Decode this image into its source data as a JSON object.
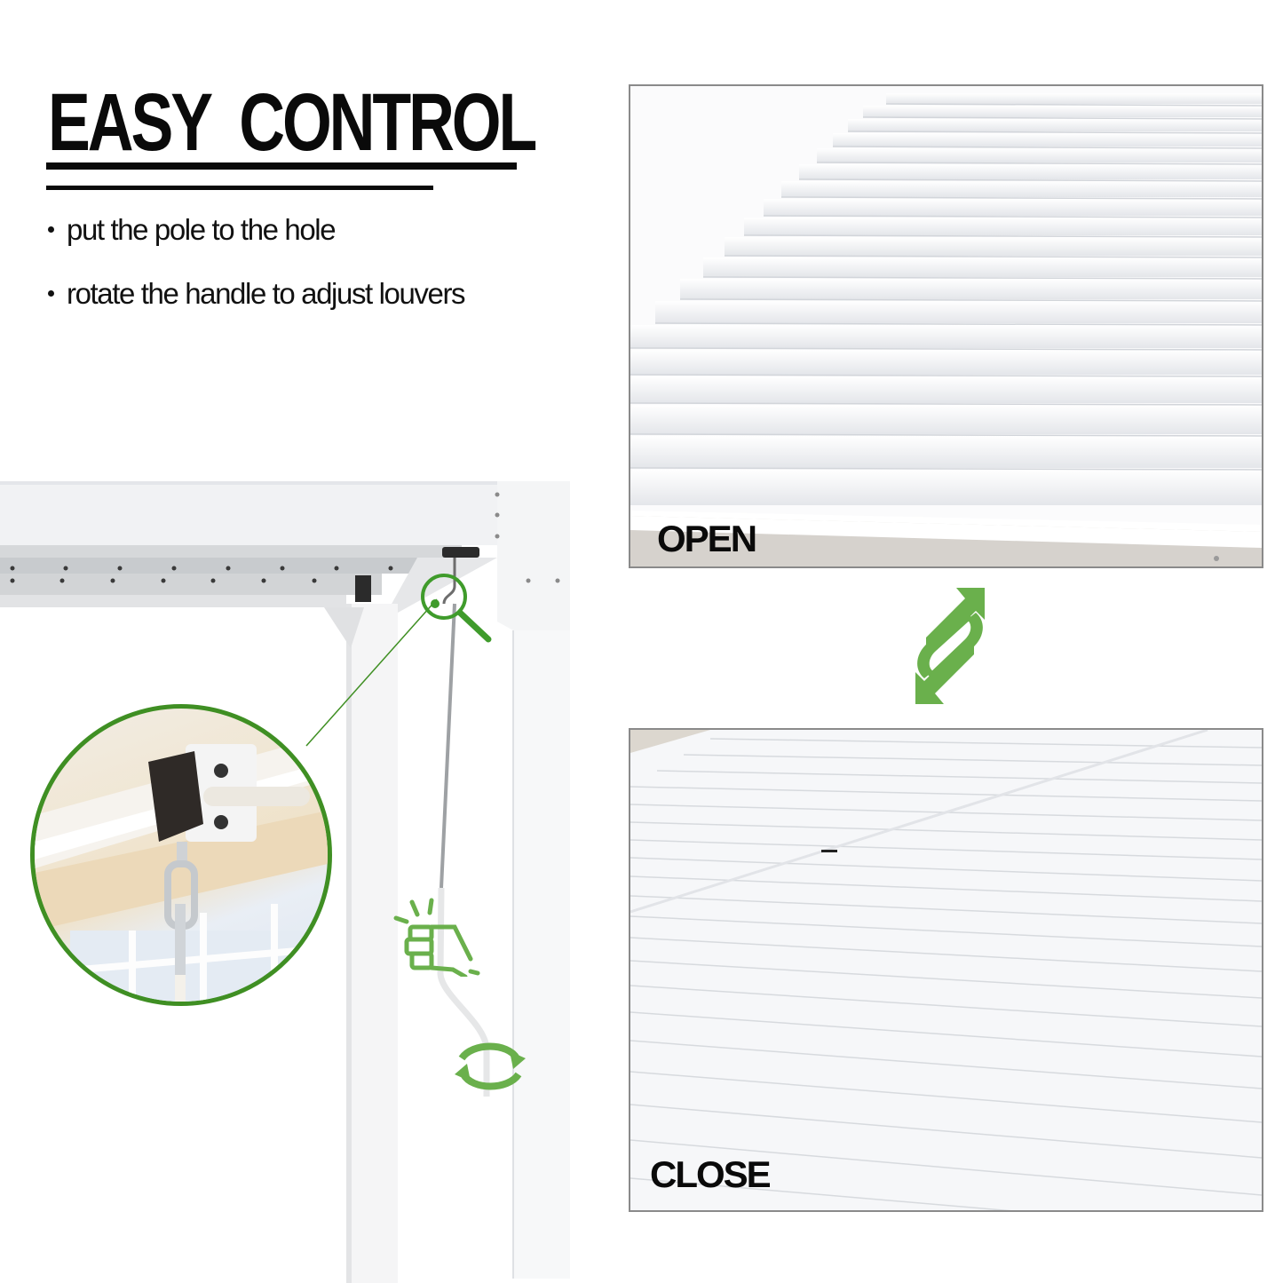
{
  "header": {
    "title": "EASY  CONTROL"
  },
  "instructions": [
    {
      "text": "put the pole to the hole"
    },
    {
      "text": "rotate the handle to adjust louvers"
    }
  ],
  "panels": {
    "open": {
      "label": "OPEN"
    },
    "close": {
      "label": "CLOSE"
    }
  },
  "icons": {
    "swap": "swap-arrows-icon",
    "magnifier": "magnifier-icon",
    "hand": "hand-grip-icon",
    "rotate": "rotate-arrows-icon"
  },
  "colors": {
    "accent_green": "#6ab04c",
    "circle_green": "#3f8f23",
    "text": "#0a0a0a",
    "panel_border": "#8a8a8a"
  }
}
